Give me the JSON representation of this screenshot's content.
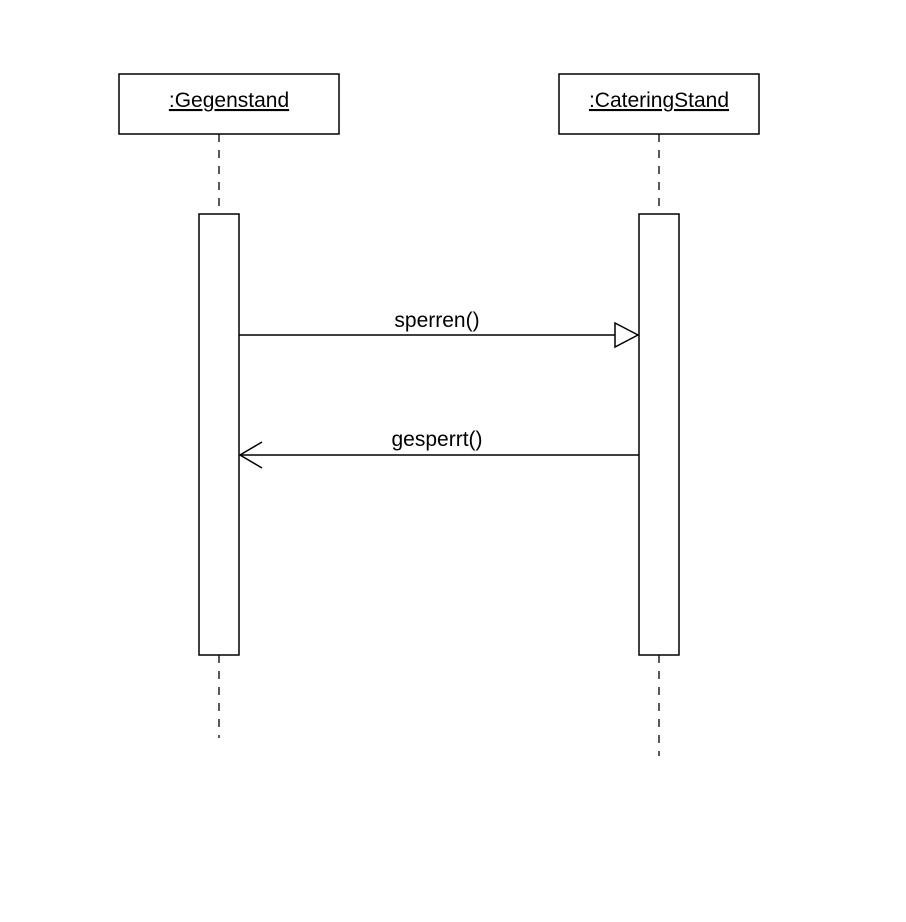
{
  "diagram": {
    "participants": [
      {
        "name": ":Gegenstand"
      },
      {
        "name": ":CateringStand"
      }
    ],
    "messages": [
      {
        "label": "sperren()",
        "kind": "call"
      },
      {
        "label": "gesperrt()",
        "kind": "return"
      }
    ]
  },
  "colors": {
    "stroke": "#000000",
    "background": "#ffffff"
  }
}
